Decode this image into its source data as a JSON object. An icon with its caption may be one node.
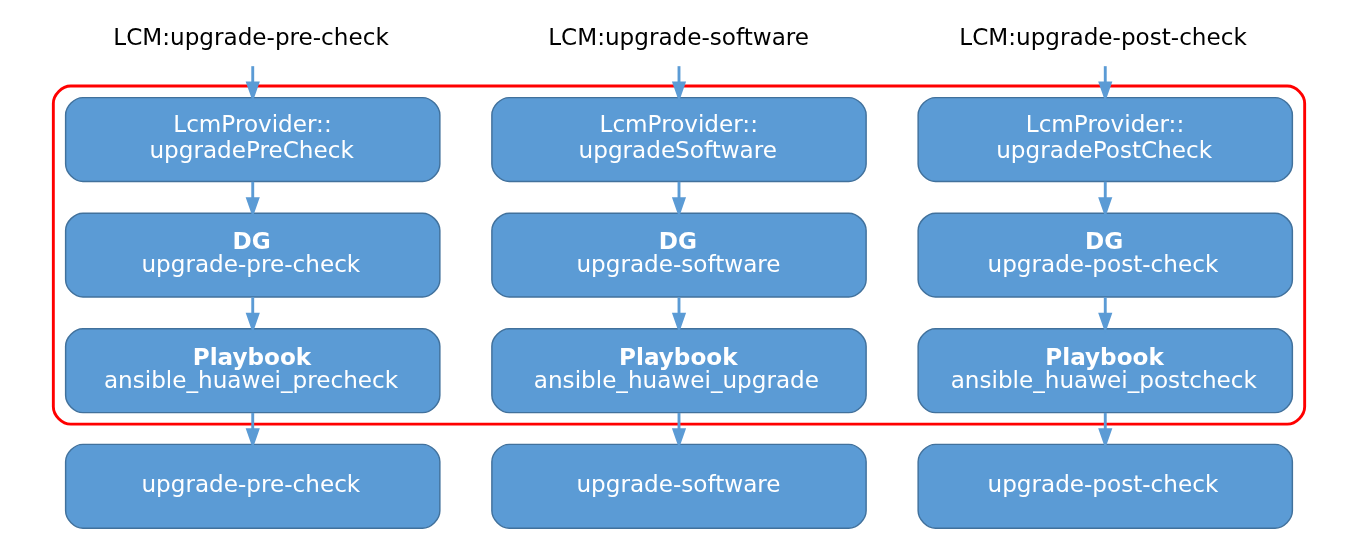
{
  "diagram": {
    "nodes": [
      {
        "text": [
          "LCM:upgrade-pre-check"
        ]
      },
      {
        "text": [
          "LCM:upgrade-software"
        ]
      },
      {
        "text": [
          "LCM:upgrade-post-check"
        ]
      },
      {
        "text": [],
        "shape": "box"
      },
      {
        "text": [
          "LcmProvider:: upgradePreCheck"
        ],
        "in": 3
      },
      {
        "text": [
          "DG",
          "upgrade-pre-check"
        ],
        "in": 3
      },
      {
        "text": [
          "Playbook",
          "ansible_huawei_precheck"
        ],
        "in": 3
      },
      {
        "text": [
          "LcmProvider:: upgradeSoftware"
        ],
        "in": 3
      },
      {
        "text": [
          "DG",
          "upgrade-software"
        ],
        "in": 3
      },
      {
        "text": [
          "Playbook",
          "ansible_huawei_upgrade"
        ],
        "in": 3
      },
      {
        "text": [
          "LcmProvider:: upgradePostCheck"
        ],
        "in": 3
      },
      {
        "text": [
          "DG",
          "upgrade-post-check"
        ],
        "in": 3
      },
      {
        "text": [
          "Playbook",
          "ansible_huawei_postcheck"
        ],
        "in": 3
      },
      {
        "text": [
          "upgrade-pre-check"
        ]
      },
      {
        "text": [
          "upgrade-software"
        ]
      },
      {
        "text": [
          "upgrade-post-check"
        ]
      }
    ],
    "edges": [
      {
        "from": 0,
        "to": 4,
        "arrow": "to"
      },
      {
        "from": 4,
        "to": 5,
        "arrow": "to"
      },
      {
        "from": 5,
        "to": 6,
        "arrow": "to"
      },
      {
        "from": 6,
        "to": 13,
        "arrow": "to"
      },
      {
        "from": 1,
        "to": 7,
        "arrow": "to"
      },
      {
        "from": 7,
        "to": 8,
        "arrow": "to"
      },
      {
        "from": 8,
        "to": 9,
        "arrow": "to"
      },
      {
        "from": 9,
        "to": 14,
        "arrow": "to"
      },
      {
        "from": 2,
        "to": 10,
        "arrow": "to"
      },
      {
        "from": 10,
        "to": 11,
        "arrow": "to"
      },
      {
        "from": 11,
        "to": 12,
        "arrow": "to"
      },
      {
        "from": 12,
        "to": 15,
        "arrow": "to"
      }
    ]
  }
}
